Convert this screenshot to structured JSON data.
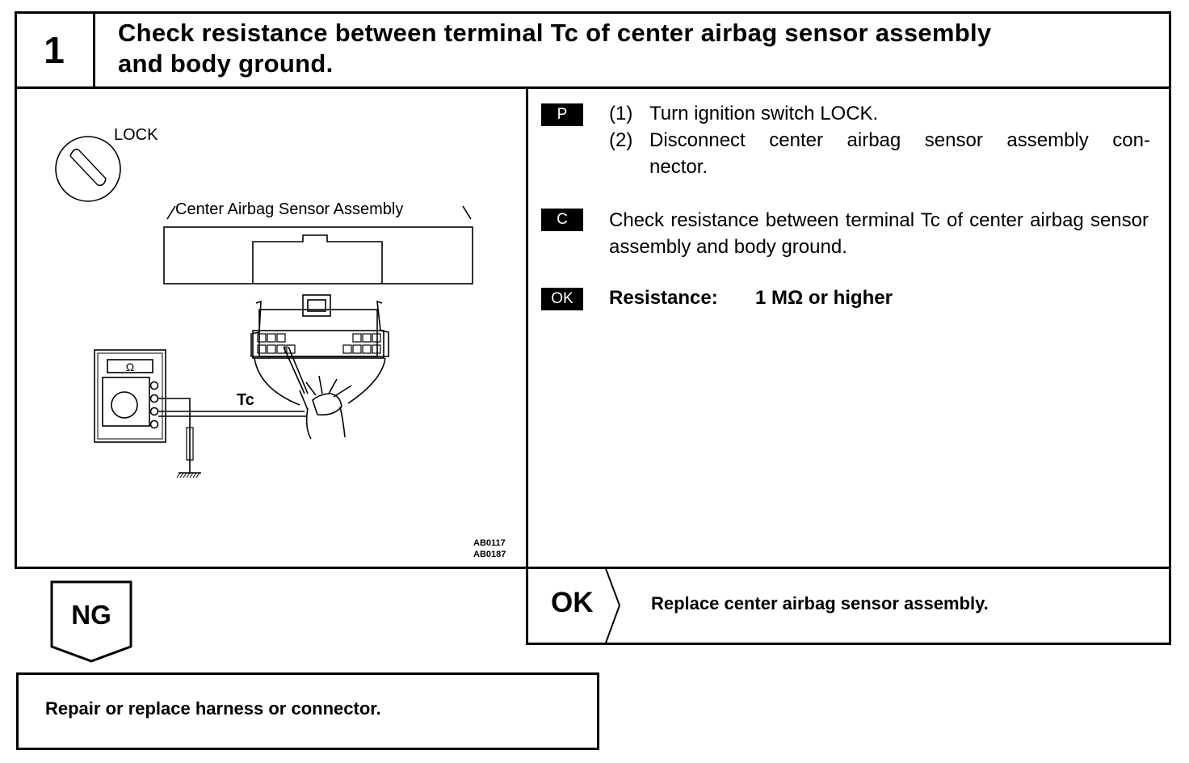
{
  "step": {
    "number": "1",
    "title_line1": "Check resistance between terminal Tc of center airbag sensor assembly",
    "title_line2": "and body ground."
  },
  "figure": {
    "lock_label": "LOCK",
    "sensor_label": "Center Airbag Sensor Assembly",
    "terminal_label": "Tc",
    "meter_symbol": "Ω",
    "codes": [
      "AB0117",
      "AB0187"
    ]
  },
  "instructions": {
    "prep": {
      "tag": "P",
      "steps": [
        {
          "num": "(1)",
          "text": "Turn ignition switch LOCK."
        },
        {
          "num": "(2)",
          "text": "Disconnect center airbag sensor assembly con-",
          "text_cont": "nector."
        }
      ]
    },
    "check": {
      "tag": "C",
      "text": "Check resistance between terminal Tc of center airbag sensor assembly and body ground."
    },
    "ok": {
      "tag": "OK",
      "label": "Resistance:",
      "value": "1 MΩ or higher"
    }
  },
  "results": {
    "ok_label": "OK",
    "ok_action": "Replace center airbag sensor assembly.",
    "ng_label": "NG",
    "ng_action": "Repair or replace harness or connector."
  }
}
